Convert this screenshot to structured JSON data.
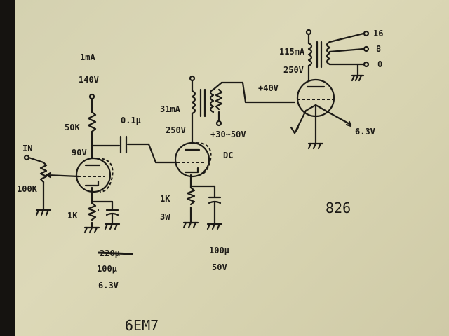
{
  "labels": {
    "stage1_current": "1mA",
    "stage1_b_plus": "140V",
    "plate_resistor": "50K",
    "coupling_cap": "0.1μ",
    "plate_voltage": "90V",
    "input": "IN",
    "volume_pot": "100K",
    "cathode_resistor_1": "1K",
    "bypass_cap_crossed": "220μ",
    "bypass_cap_1": "100μ",
    "bypass_cap_1_voltage": "6.3V",
    "tube_1": "6EM7",
    "stage2_current": "31mA",
    "stage2_voltage": "250V",
    "stage2_grid_bias": "+30~50V",
    "stage2_dc": "DC",
    "cathode_resistor_2": "1K",
    "cathode_resistor_2_power": "3W",
    "bypass_cap_2": "100μ",
    "bypass_cap_2_voltage": "50V",
    "output_current": "115mA",
    "output_voltage": "250V",
    "output_grid_voltage": "+40V",
    "tap_16": "16",
    "tap_8": "8",
    "tap_0": "0",
    "filament_voltage": "6.3V",
    "tube_output": "826"
  }
}
